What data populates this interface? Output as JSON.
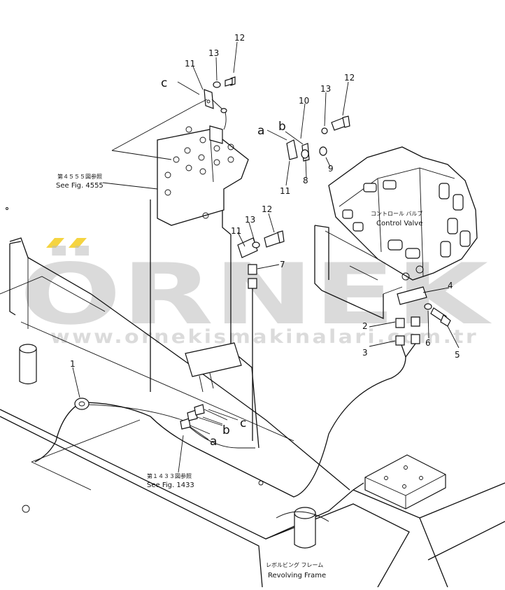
{
  "callouts": {
    "n1": "1",
    "n2": "2",
    "n3": "3",
    "n4": "4",
    "n5": "5",
    "n6": "6",
    "n7": "7",
    "n8": "8",
    "n9": "9",
    "n10": "10",
    "n11a": "11",
    "n11b": "11",
    "n11c": "11",
    "n12a": "12",
    "n12b": "12",
    "n12c": "12",
    "n13a": "13",
    "n13b": "13",
    "n13c": "13"
  },
  "letters": {
    "a_top": "a",
    "b_top": "b",
    "c_top": "c",
    "a_bottom": "a",
    "b_bottom": "b",
    "c_bottom": "c"
  },
  "labels": {
    "ref4555_jp": "第４５５５図参照",
    "ref4555_en": "See Fig. 4555",
    "ref1433_jp": "第１４３３図参照",
    "ref1433_en": "See Fig. 1433",
    "control_valve_jp": "コントロール バルブ",
    "control_valve_en": "Control Valve",
    "revolving_frame_jp": "レボルビング フレーム",
    "revolving_frame_en": "Revolving Frame"
  },
  "watermark": {
    "logo": "ÖRNEK",
    "url": "www.ornekismakinalari.com.tr",
    "accent_color": "#f2c500"
  }
}
